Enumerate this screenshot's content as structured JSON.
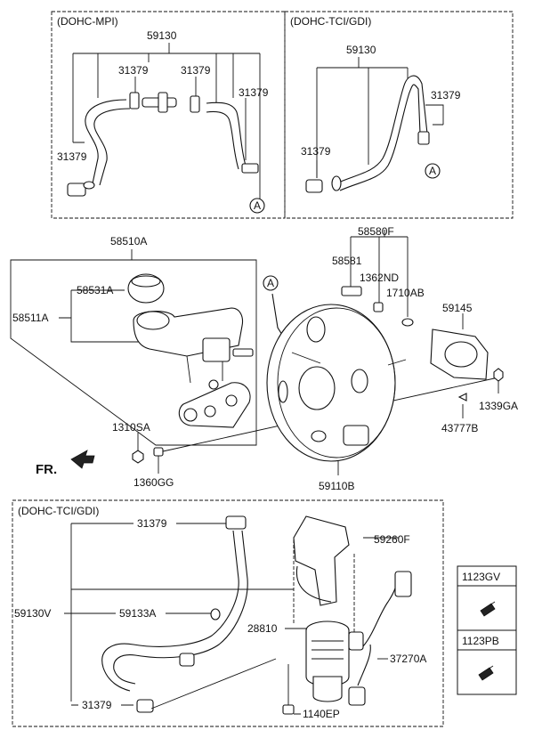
{
  "sections": {
    "top_left": "(DOHC-MPI)",
    "top_right": "(DOHC-TCI/GDI)",
    "bottom": "(DOHC-TCI/GDI)"
  },
  "ref_marker": "A",
  "direction_label": "FR.",
  "labels": {
    "p59130_mpi": "59130",
    "p31379_a": "31379",
    "p31379_b": "31379",
    "p31379_c": "31379",
    "p31379_d": "31379",
    "p59130_tci": "59130",
    "p31379_e": "31379",
    "p31379_f": "31379",
    "p58510A": "58510A",
    "p58531A": "58531A",
    "p58511A": "58511A",
    "p58580F": "58580F",
    "p58581": "58581",
    "p1362ND": "1362ND",
    "p1710AB": "1710AB",
    "p59145": "59145",
    "p1339GA": "1339GA",
    "p43777B": "43777B",
    "p1310SA": "1310SA",
    "p1360GG": "1360GG",
    "p59110B": "59110B",
    "p31379_g": "31379",
    "p59260F": "59260F",
    "p59130V": "59130V",
    "p59133A": "59133A",
    "p28810": "28810",
    "p37270A": "37270A",
    "p31379_h": "31379",
    "p1140EP": "1140EP"
  },
  "legend": {
    "item1": "1123GV",
    "item2": "1123PB"
  }
}
